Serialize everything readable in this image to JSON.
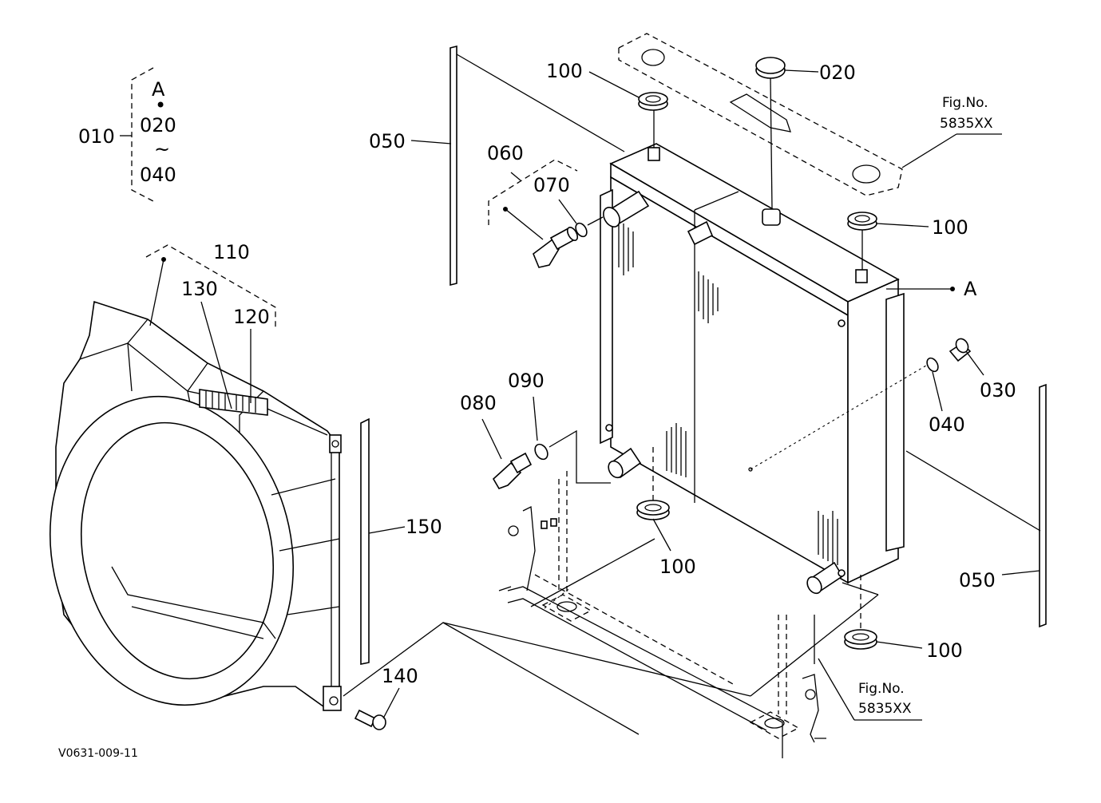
{
  "diagram": {
    "doc_code": "V0631-009-11",
    "group": {
      "id": "010",
      "items": [
        "A",
        "•",
        "020",
        "~",
        "040"
      ]
    },
    "callouts": {
      "c020": "020",
      "c030": "030",
      "c040": "040",
      "c050a": "050",
      "c050b": "050",
      "c060": "060",
      "c070": "070",
      "c080": "080",
      "c090": "090",
      "c100a": "100",
      "c100b": "100",
      "c100c": "100",
      "c100d": "100",
      "c110": "110",
      "c120": "120",
      "c130": "130",
      "c140": "140",
      "c150": "150",
      "refA": "A"
    },
    "fig_refs": [
      {
        "line1": "Fig.No.",
        "line2": "5835XX"
      },
      {
        "line1": "Fig.No.",
        "line2": "5835XX"
      }
    ]
  }
}
